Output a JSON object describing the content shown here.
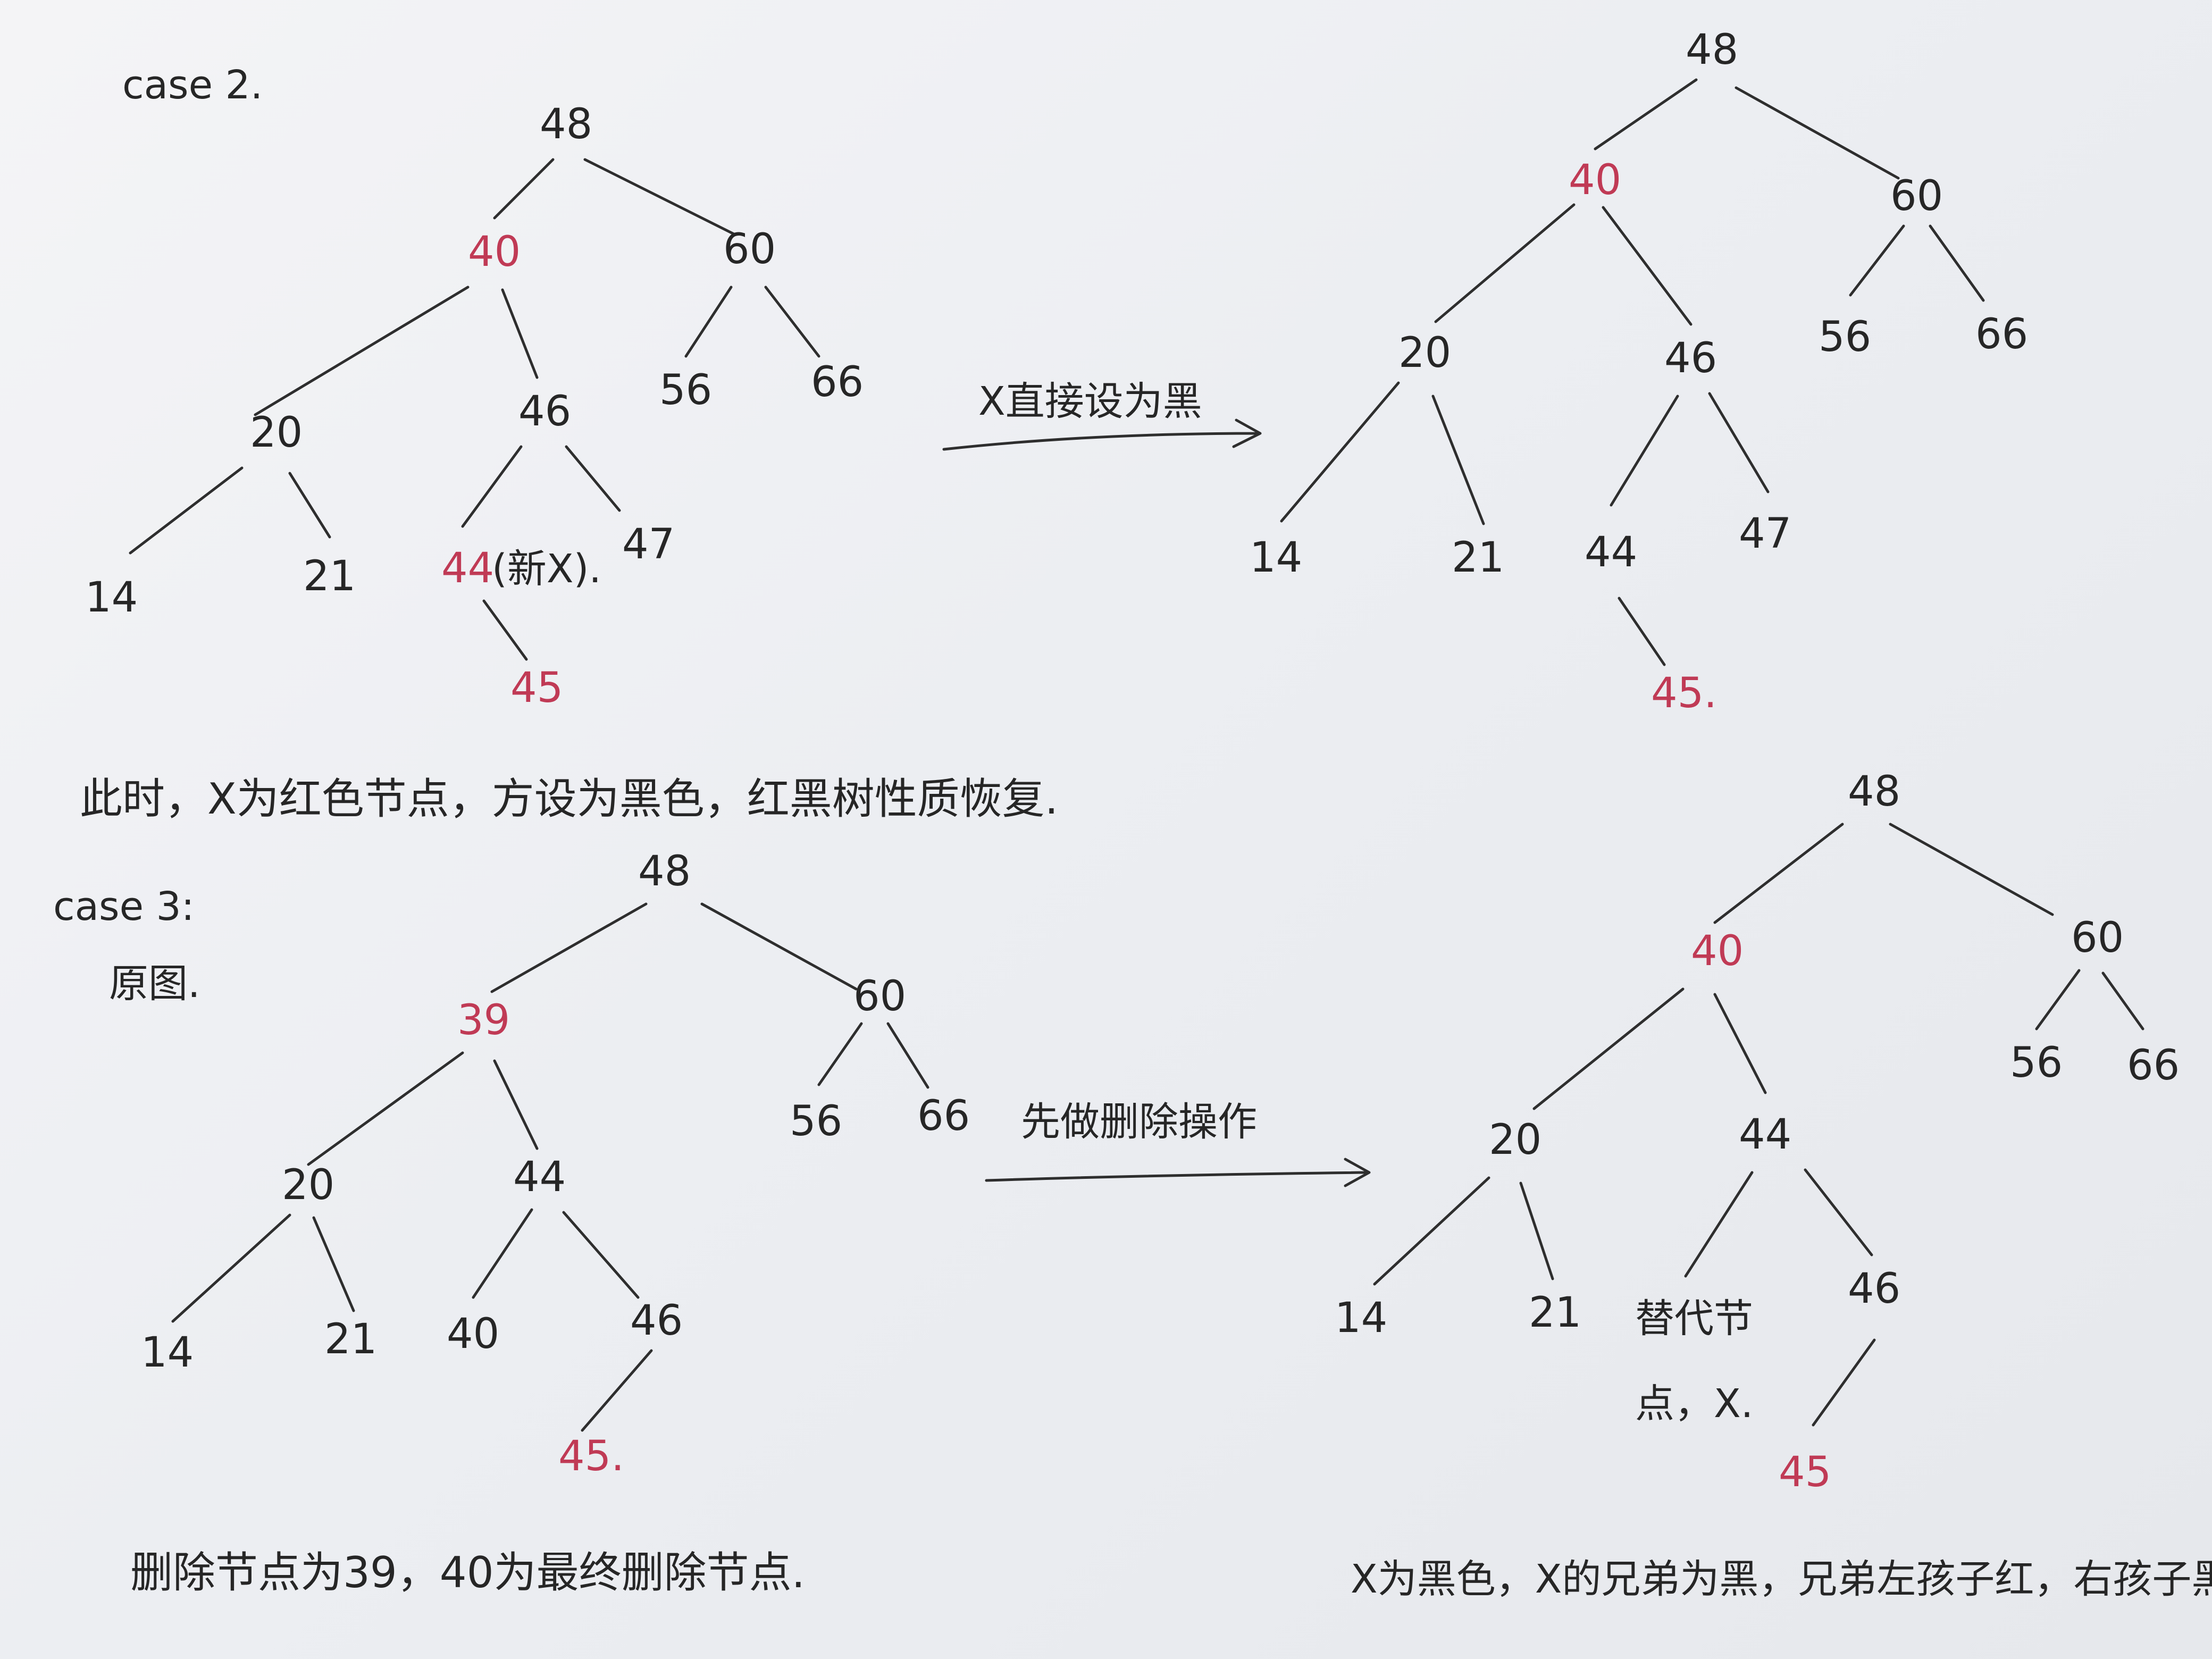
{
  "case2": {
    "title": "case 2.",
    "before": {
      "nodes": [
        {
          "id": "n48",
          "label": "48",
          "color": "black"
        },
        {
          "id": "n40",
          "label": "40",
          "color": "red"
        },
        {
          "id": "n60",
          "label": "60",
          "color": "black"
        },
        {
          "id": "n20",
          "label": "20",
          "color": "black"
        },
        {
          "id": "n46",
          "label": "46",
          "color": "black"
        },
        {
          "id": "n56",
          "label": "56",
          "color": "black"
        },
        {
          "id": "n66",
          "label": "66",
          "color": "black"
        },
        {
          "id": "n14",
          "label": "14",
          "color": "black"
        },
        {
          "id": "n21",
          "label": "21",
          "color": "black"
        },
        {
          "id": "n44",
          "label": "44",
          "color": "red"
        },
        {
          "id": "n47",
          "label": "47",
          "color": "black"
        },
        {
          "id": "n45",
          "label": "45",
          "color": "red"
        }
      ],
      "note_44": "(新X)."
    },
    "arrow_label": "X直接设为黑",
    "after": {
      "nodes": [
        {
          "id": "n48",
          "label": "48",
          "color": "black"
        },
        {
          "id": "n40",
          "label": "40",
          "color": "red"
        },
        {
          "id": "n60",
          "label": "60",
          "color": "black"
        },
        {
          "id": "n20",
          "label": "20",
          "color": "black"
        },
        {
          "id": "n46",
          "label": "46",
          "color": "black"
        },
        {
          "id": "n56",
          "label": "56",
          "color": "black"
        },
        {
          "id": "n66",
          "label": "66",
          "color": "black"
        },
        {
          "id": "n14",
          "label": "14",
          "color": "black"
        },
        {
          "id": "n21",
          "label": "21",
          "color": "black"
        },
        {
          "id": "n44",
          "label": "44",
          "color": "black"
        },
        {
          "id": "n47",
          "label": "47",
          "color": "black"
        },
        {
          "id": "n45",
          "label": "45.",
          "color": "red"
        }
      ]
    },
    "caption": "此时，X为红色节点，方设为黑色，红黑树性质恢复."
  },
  "case3": {
    "title": "case 3:",
    "subtitle": "原图.",
    "before": {
      "nodes": [
        {
          "id": "n48",
          "label": "48",
          "color": "black"
        },
        {
          "id": "n39",
          "label": "39",
          "color": "red"
        },
        {
          "id": "n60",
          "label": "60",
          "color": "black"
        },
        {
          "id": "n20",
          "label": "20",
          "color": "black"
        },
        {
          "id": "n44",
          "label": "44",
          "color": "black"
        },
        {
          "id": "n56",
          "label": "56",
          "color": "black"
        },
        {
          "id": "n66",
          "label": "66",
          "color": "black"
        },
        {
          "id": "n14",
          "label": "14",
          "color": "black"
        },
        {
          "id": "n21",
          "label": "21",
          "color": "black"
        },
        {
          "id": "n40",
          "label": "40",
          "color": "black"
        },
        {
          "id": "n46",
          "label": "46",
          "color": "black"
        },
        {
          "id": "n45",
          "label": "45.",
          "color": "red"
        }
      ]
    },
    "arrow_label": "先做删除操作",
    "after": {
      "nodes": [
        {
          "id": "n48",
          "label": "48",
          "color": "black"
        },
        {
          "id": "n40",
          "label": "40",
          "color": "red"
        },
        {
          "id": "n60",
          "label": "60",
          "color": "black"
        },
        {
          "id": "n20",
          "label": "20",
          "color": "black"
        },
        {
          "id": "n44",
          "label": "44",
          "color": "black"
        },
        {
          "id": "n56",
          "label": "56",
          "color": "black"
        },
        {
          "id": "n66",
          "label": "66",
          "color": "black"
        },
        {
          "id": "n14",
          "label": "14",
          "color": "black"
        },
        {
          "id": "n21",
          "label": "21",
          "color": "black"
        },
        {
          "id": "n46",
          "label": "46",
          "color": "black"
        },
        {
          "id": "n45",
          "label": "45",
          "color": "red"
        }
      ],
      "replace_note_1": "替代节",
      "replace_note_2": "点，X."
    },
    "caption_left": "删除节点为39，40为最终删除节点.",
    "caption_right": "X为黑色，X的兄弟为黑，兄弟左孩子红，右孩子黑，"
  }
}
